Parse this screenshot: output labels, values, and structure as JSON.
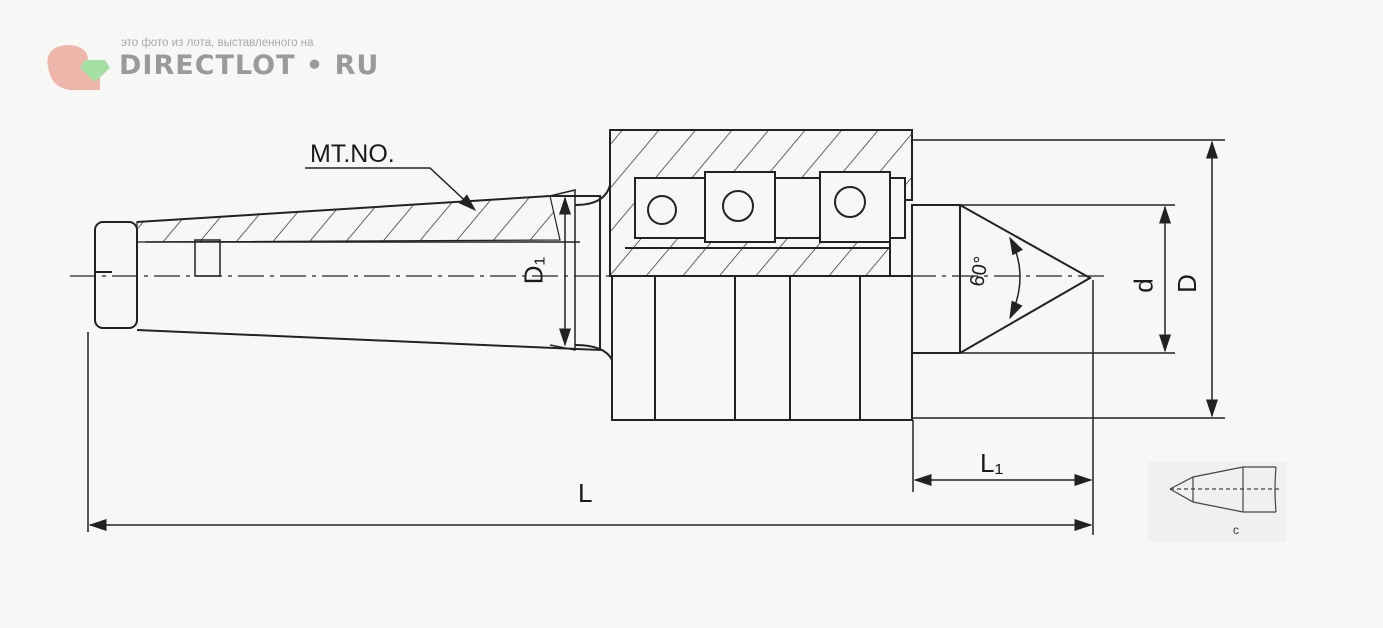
{
  "watermark": {
    "caption": "это фото из лота, выставленного на",
    "brand": "DIRECTLOT • RU",
    "logo_icon": "squirrel-with-gem-icon"
  },
  "drawing": {
    "taper_label": "MT.NO.",
    "flange_diameter_label": "D₁",
    "cone_angle_label": "60°",
    "tip_diameter_label": "d",
    "body_diameter_label": "D",
    "tip_length_label": "L₁",
    "total_length_label": "L"
  },
  "inset": {
    "label": "c"
  }
}
